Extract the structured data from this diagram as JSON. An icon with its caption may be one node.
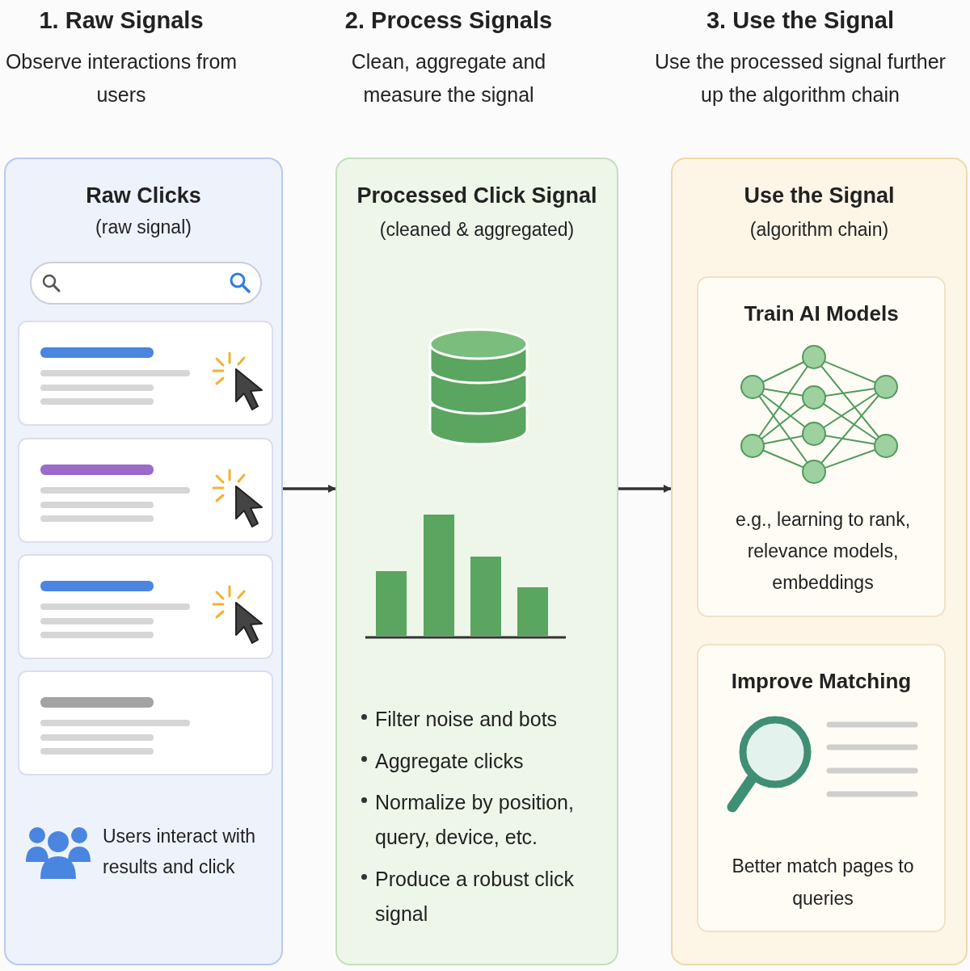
{
  "diagram": {
    "nodes": [
      {
        "text": [
          "Raw Clicks",
          "(raw signal)",
          "Users interact with results and click"
        ]
      },
      {
        "text": [
          "Processed Click Signal",
          "(cleaned & aggregated)",
          "Filter noise and bots",
          "Aggregate clicks",
          "Normalize by position, query, device, etc.",
          "Produce a robust click signal"
        ]
      },
      {
        "text": [
          "Use the Signal",
          "(algorithm chain)"
        ]
      },
      {
        "text": [
          "Train AI Models",
          "e.g., learning to rank, relevance models, embeddings"
        ],
        "in": 2
      },
      {
        "text": [
          "Improve Matching",
          "Better match pages to queries"
        ],
        "in": 2
      }
    ],
    "edges": [
      {
        "from": 0,
        "to": 1,
        "arrow": "to"
      },
      {
        "from": 1,
        "to": 2,
        "arrow": "to"
      }
    ],
    "labels": [
      "1. Raw Signals",
      "Observe interactions from users",
      "2. Process Signals",
      "Clean, aggregate and measure the signal",
      "3. Use the Signal",
      "Use the processed signal further up the algorithm chain"
    ]
  }
}
